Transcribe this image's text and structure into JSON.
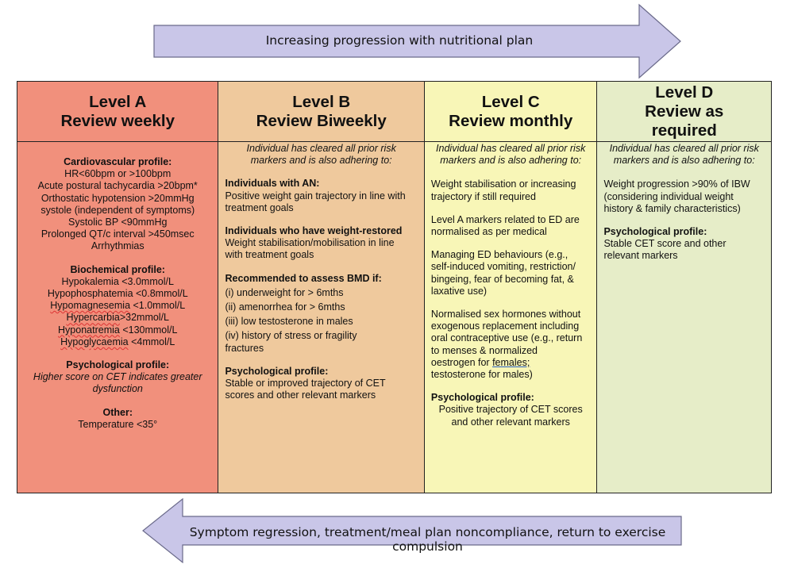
{
  "arrows": {
    "top": "Increasing progression with nutritional plan",
    "bottom": "Symptom regression, treatment/meal plan noncompliance, return to exercise compulsion"
  },
  "colors": {
    "level_a": "#f1907c",
    "level_b": "#efc99d",
    "level_c": "#f8f6b7",
    "level_d": "#e6edc8",
    "arrow_fill": "#c9c6e8"
  },
  "level_a": {
    "title": "Level A",
    "subtitle": "Review weekly",
    "cardio_head": "Cardiovascular profile:",
    "cardio": [
      "HR<60bpm or >100bpm",
      "Acute postural tachycardia >20bpm*",
      "Orthostatic hypotension >20mmHg",
      "systole (independent of symptoms)",
      "Systolic BP <90mmHg",
      "Prolonged QT/c interval >450msec",
      "Arrhythmias"
    ],
    "bio_head": "Biochemical profile:",
    "bio": [
      "Hypokalemia <3.0mmol/L",
      "Hypophosphatemia <0.8mmol/L"
    ],
    "bio_sq1_word": "Hypomagnesemia",
    "bio_sq1_rest": " <1.0mmol/L",
    "bio_sq2_word": "Hypercarbia",
    "bio_sq2_rest": ">32mmol/L",
    "bio_sq3_word": "Hyponatremia",
    "bio_sq3_rest": " <130mmol/L",
    "bio_sq4_word": "Hypoglycaemia",
    "bio_sq4_rest": " <4mmol/L",
    "psych_head": "Psychological profile:",
    "psych": [
      "Higher score on CET indicates greater",
      "dysfunction"
    ],
    "other_head": "Other:",
    "other": "Temperature <35°"
  },
  "level_b": {
    "title": "Level B",
    "subtitle": "Review Biweekly",
    "intro": [
      "Individual has cleared all prior risk",
      "markers and is also adhering to:"
    ],
    "an_head": "Individuals with AN:",
    "an": [
      "Positive weight gain trajectory in line with",
      "treatment goals"
    ],
    "wr_head": "Individuals who have weight-restored",
    "wr": [
      "Weight stabilisation/mobilisation in line",
      "with treatment goals"
    ],
    "bmd_head": "Recommended to assess BMD if:",
    "bmd": [
      "(i) underweight for > 6mths",
      "(ii) amenorrhea for > 6mths",
      "(iii) low testosterone in males",
      "(iv) history of stress or fragility",
      "fractures"
    ],
    "psych_head": "Psychological profile:",
    "psych": [
      "Stable or improved trajectory of CET",
      "scores and other relevant markers"
    ]
  },
  "level_c": {
    "title": "Level C",
    "subtitle": "Review monthly",
    "intro": [
      "Individual has cleared all prior risk",
      "markers and is also adhering to:"
    ],
    "p1": [
      "Weight stabilisation or increasing",
      "trajectory if still required"
    ],
    "p2": [
      "Level A markers related to ED are",
      "normalised as per medical"
    ],
    "p3": [
      "Managing ED behaviours (e.g.,",
      "self-induced vomiting, restriction/",
      "bingeing, fear of becoming fat, &",
      "laxative use)"
    ],
    "p4": [
      "Normalised sex hormones without",
      "exogenous replacement including",
      "oral contraceptive use (e.g., return",
      "to menses & normalized"
    ],
    "p4_pre": "oestrogen for ",
    "p4_link": "females;",
    "p4_last": "testosterone for males)",
    "psych_head": "Psychological profile:",
    "psych": [
      "Positive trajectory of CET scores",
      "and other relevant markers"
    ]
  },
  "level_d": {
    "title": [
      "Level D",
      "Review as",
      "required"
    ],
    "intro": [
      "Individual has cleared all prior risk",
      "markers and is also adhering to:"
    ],
    "p1": [
      "Weight progression >90% of IBW",
      "(considering individual weight",
      "history & family characteristics)"
    ],
    "psych_head": "Psychological profile:",
    "psych": [
      "Stable CET score and other",
      "relevant markers"
    ]
  }
}
